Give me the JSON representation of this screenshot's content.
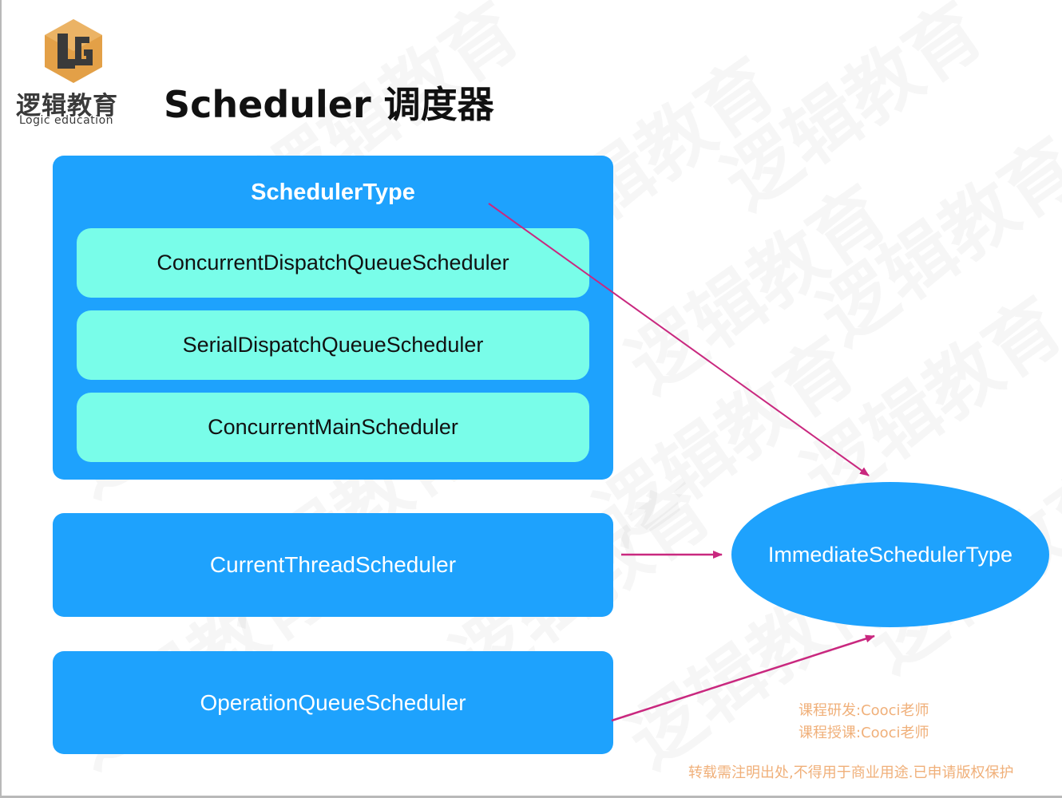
{
  "logo": {
    "mark_letters": "LG",
    "name_cn": "逻辑教育",
    "name_en": "Logic education",
    "colors": {
      "hexagon": "#e3a047",
      "letters": "#3a3a3a"
    }
  },
  "title": "Scheduler 调度器",
  "watermark_text": "逻辑教育",
  "diagram": {
    "group": {
      "label": "SchedulerType",
      "items": [
        "ConcurrentDispatchQueueScheduler",
        "SerialDispatchQueueScheduler",
        "ConcurrentMainScheduler"
      ]
    },
    "boxes": [
      "CurrentThreadScheduler",
      "OperationQueueScheduler"
    ],
    "target": "ImmediateSchedulerType",
    "colors": {
      "node": "#1ea2fd",
      "subnode": "#79fde9",
      "arrow": "#c9287f"
    }
  },
  "credits": [
    "课程研发:Cooci老师",
    "课程授课:Cooci老师"
  ],
  "notice": "转载需注明出处,不得用于商业用途.已申请版权保护"
}
